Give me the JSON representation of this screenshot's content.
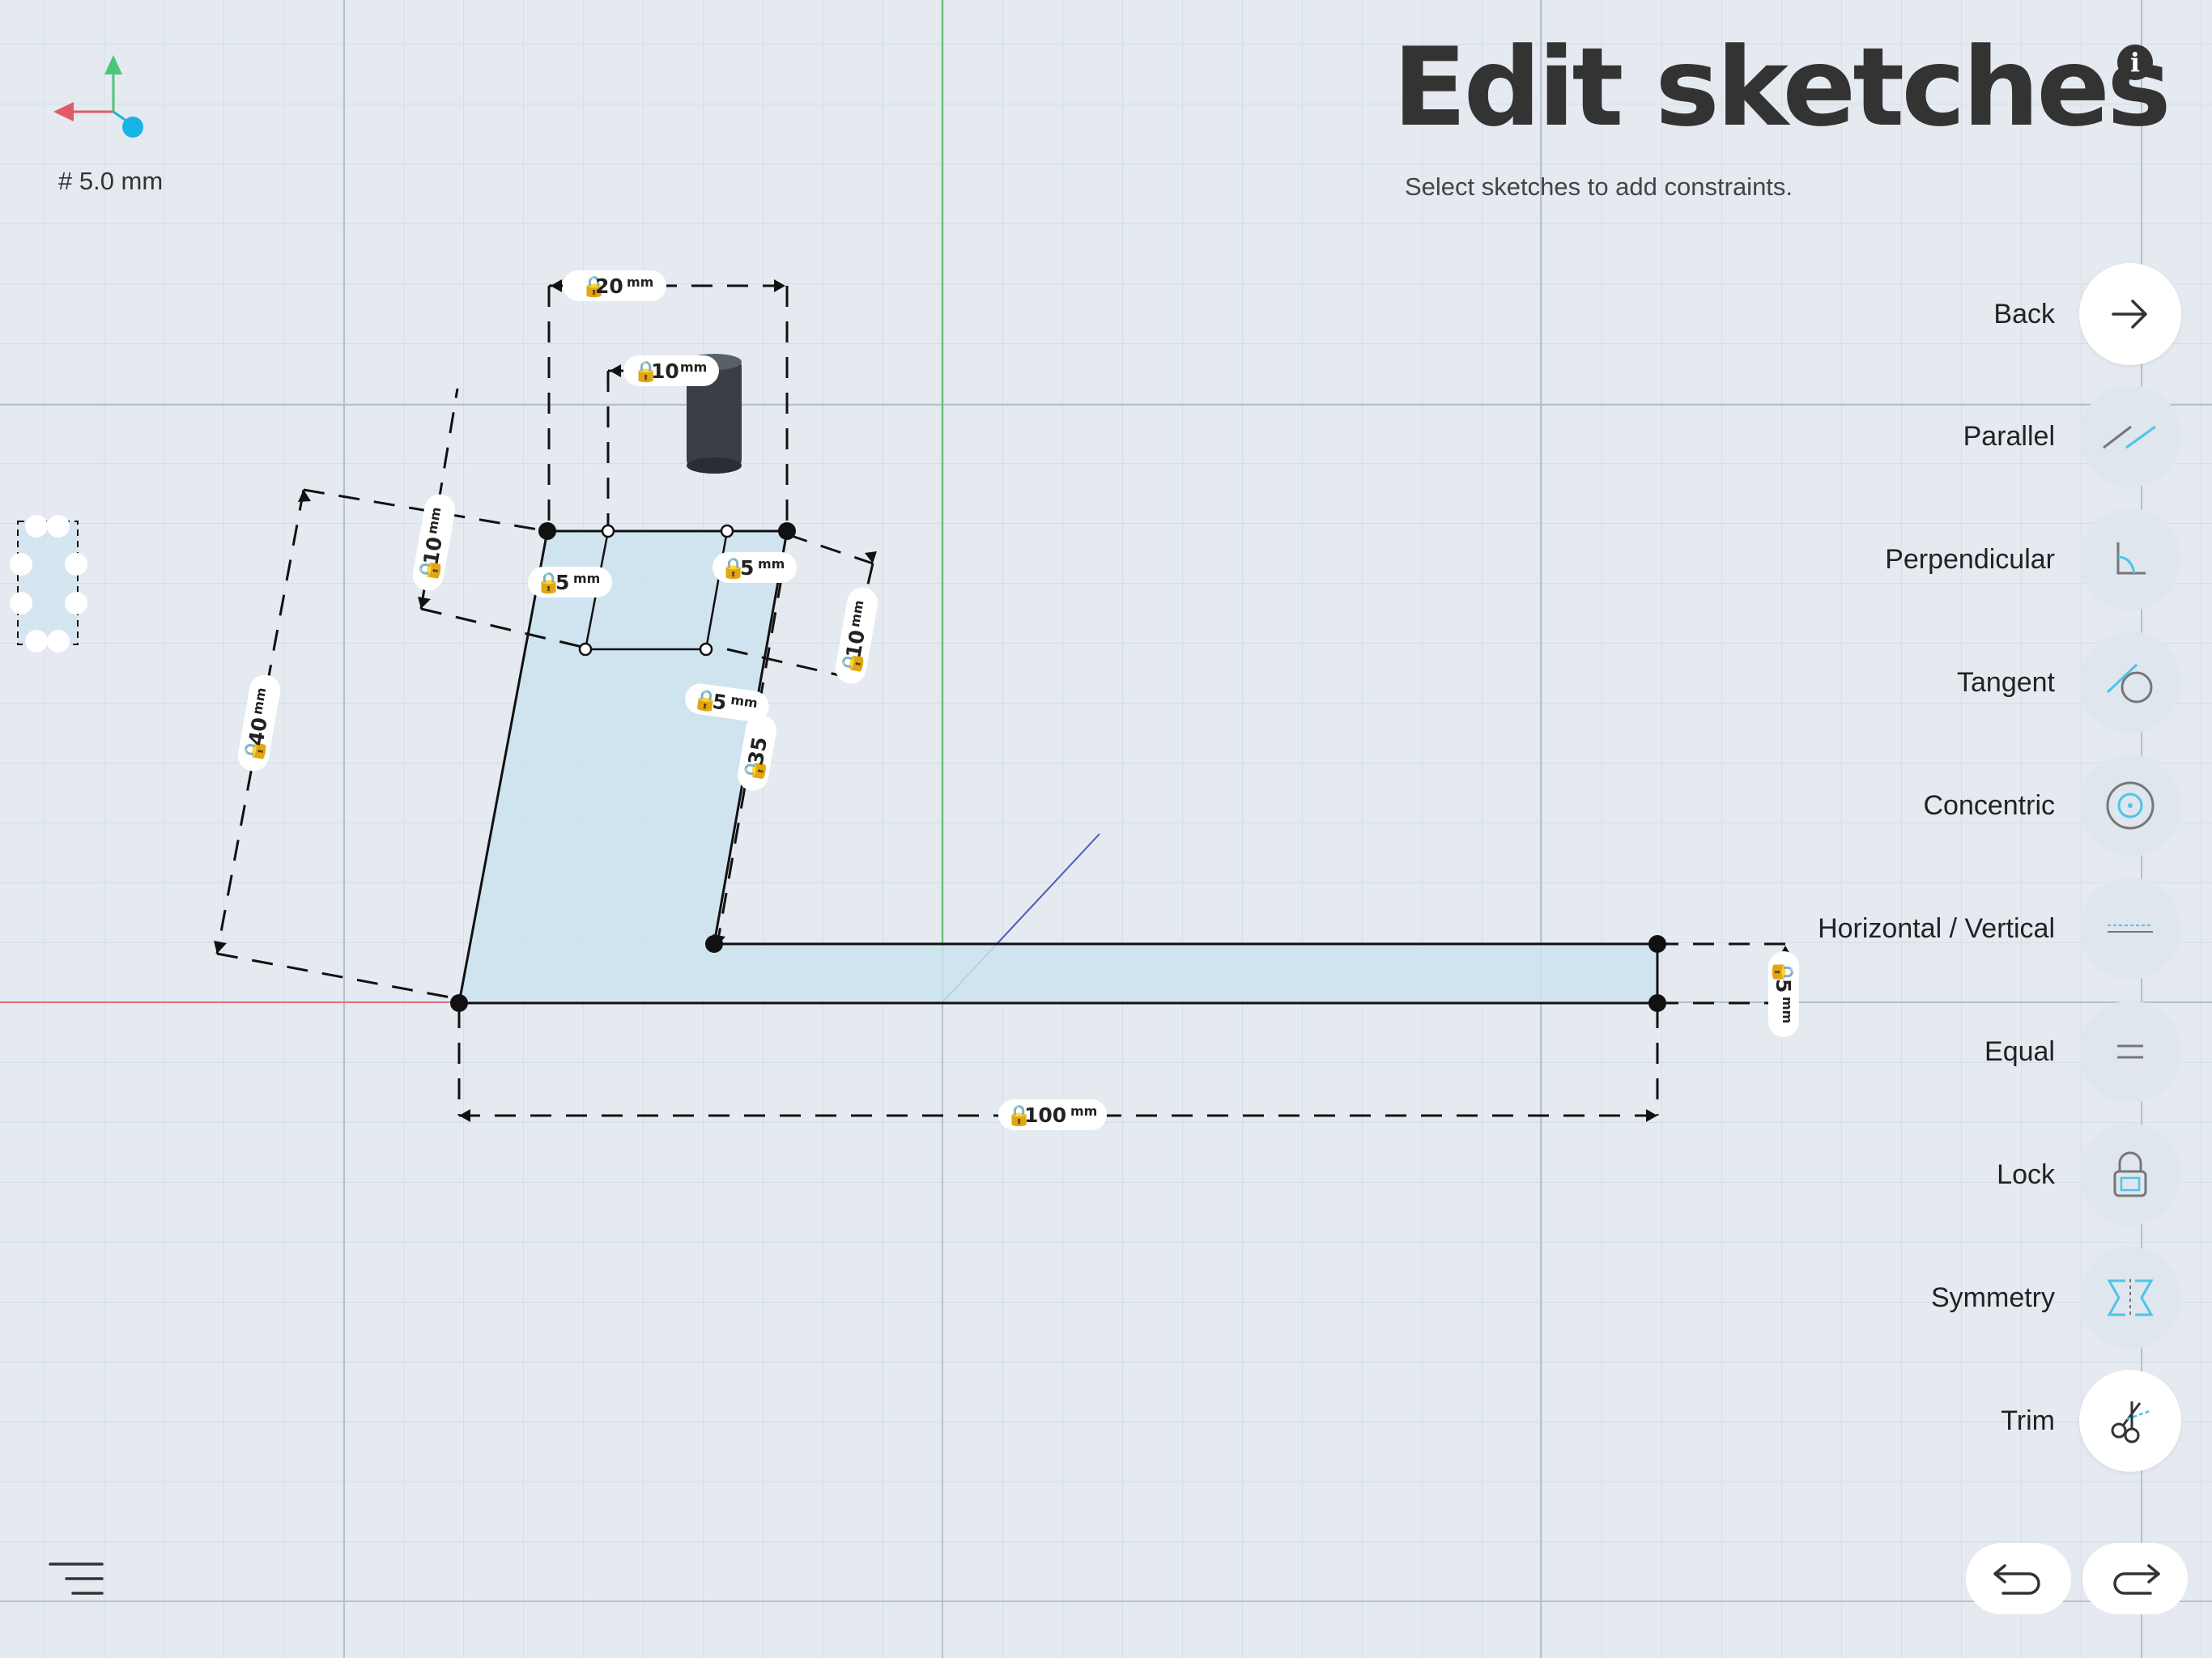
{
  "header": {
    "title": "Edit sketches",
    "subtitle": "Select sketches to add constraints."
  },
  "grid_readout": "# 5.0 mm",
  "tools": [
    {
      "label": "Back",
      "icon": "arrow-right-icon",
      "active": true
    },
    {
      "label": "Parallel",
      "icon": "parallel-icon",
      "active": false
    },
    {
      "label": "Perpendicular",
      "icon": "perpendicular-icon",
      "active": false
    },
    {
      "label": "Tangent",
      "icon": "tangent-icon",
      "active": false
    },
    {
      "label": "Concentric",
      "icon": "concentric-icon",
      "active": false
    },
    {
      "label": "Horizontal / Vertical",
      "icon": "horizontal-vertical-icon",
      "active": false
    },
    {
      "label": "Equal",
      "icon": "equal-icon",
      "active": false
    },
    {
      "label": "Lock",
      "icon": "lock-icon",
      "active": false
    },
    {
      "label": "Symmetry",
      "icon": "symmetry-icon",
      "active": false
    },
    {
      "label": "Trim",
      "icon": "scissors-icon",
      "active": true
    }
  ],
  "dimensions": {
    "top_width": {
      "value": "20",
      "unit": "mm"
    },
    "inner_width": {
      "value": "10",
      "unit": "mm"
    },
    "left_offset": {
      "value": "10",
      "unit": "mm"
    },
    "left_thickness": {
      "value": "5",
      "unit": "mm"
    },
    "right_thickness": {
      "value": "5",
      "unit": "mm"
    },
    "right_offset": {
      "value": "10",
      "unit": "mm"
    },
    "height": {
      "value": "40",
      "unit": "mm"
    },
    "bottom_thickness": {
      "value": "5",
      "unit": "mm"
    },
    "inner_height": {
      "value": "35",
      "unit": ""
    },
    "bar_height": {
      "value": "5",
      "unit": "mm"
    },
    "total_length": {
      "value": "100",
      "unit": "mm"
    }
  },
  "colors": {
    "background": "#e4eaf0",
    "sketch_fill": "#cde3f0",
    "x_axis": "#e05a6a",
    "y_axis": "#4fc57a",
    "z_axis": "#19b4e6",
    "accent": "#4fc3e8"
  }
}
